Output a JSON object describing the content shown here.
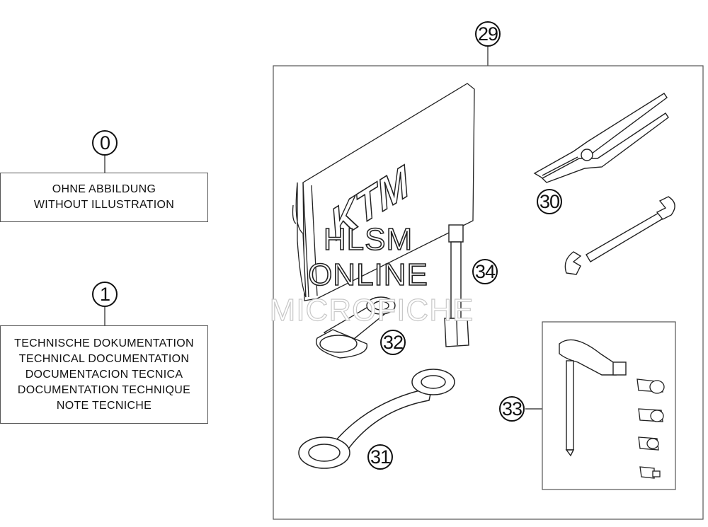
{
  "callouts": {
    "c0": "0",
    "c1": "1",
    "c29": "29",
    "c30": "30",
    "c31": "31",
    "c32": "32",
    "c33": "33",
    "c34": "34"
  },
  "notes": {
    "without_illustration": [
      "OHNE ABBILDUNG",
      "WITHOUT ILLUSTRATION"
    ],
    "documentation": [
      "TECHNISCHE DOKUMENTATION",
      "TECHNICAL DOCUMENTATION",
      "DOCUMENTACION TECNICA",
      "DOCUMENTATION TECHNIQUE",
      "NOTE TECNICHE"
    ]
  },
  "bag_logo": "KTM",
  "watermark": {
    "line1": "HLSM",
    "line2": "ONLINE",
    "line3": "MICROFICHE"
  },
  "colors": {
    "line": "#111111",
    "box_border": "#555555",
    "watermark_faint": "#c8c8c8"
  }
}
